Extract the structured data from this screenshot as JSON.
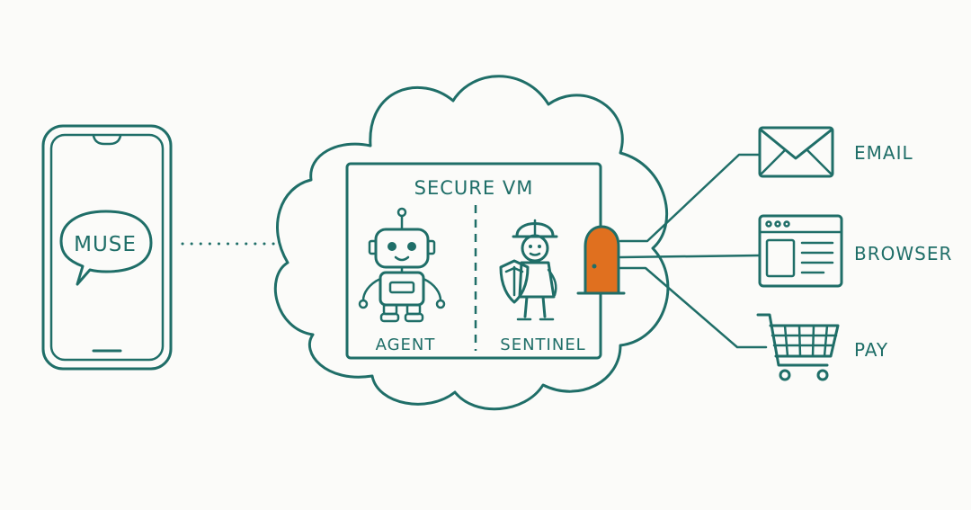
{
  "colors": {
    "ink": "#1f6e68",
    "background": "#fbfbf9",
    "door": "#e0701f"
  },
  "phone": {
    "bubble_label": "MUSE",
    "icon": "phone-icon"
  },
  "vm": {
    "title": "SECURE VM",
    "agent_label": "AGENT",
    "sentinel_label": "SENTINEL"
  },
  "services": [
    {
      "label": "EMAIL",
      "icon": "envelope-icon"
    },
    {
      "label": "BROWSER",
      "icon": "browser-window-icon"
    },
    {
      "label": "PAY",
      "icon": "shopping-cart-icon"
    }
  ]
}
